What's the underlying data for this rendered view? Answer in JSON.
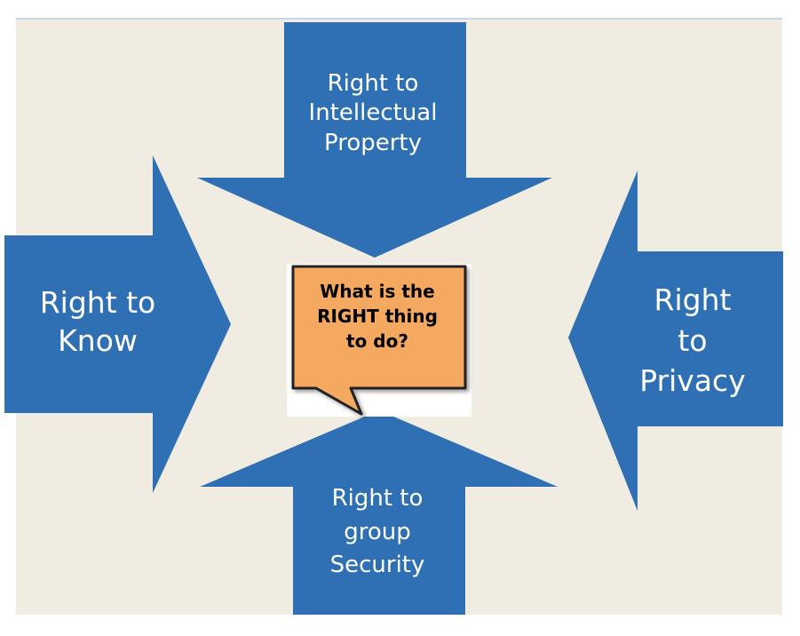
{
  "colors": {
    "arrow_fill": "#2f6fb3",
    "background": "#f1ece1",
    "bubble_fill": "#f4a860",
    "bubble_border": "#222222"
  },
  "arrows": {
    "top": "Right to\nIntellectual\nProperty",
    "left": "Right to\nKnow",
    "right": "Right\nto\nPrivacy",
    "bottom": "Right to\ngroup\nSecurity"
  },
  "center": {
    "question": "What is the\nRIGHT thing\nto do?"
  }
}
